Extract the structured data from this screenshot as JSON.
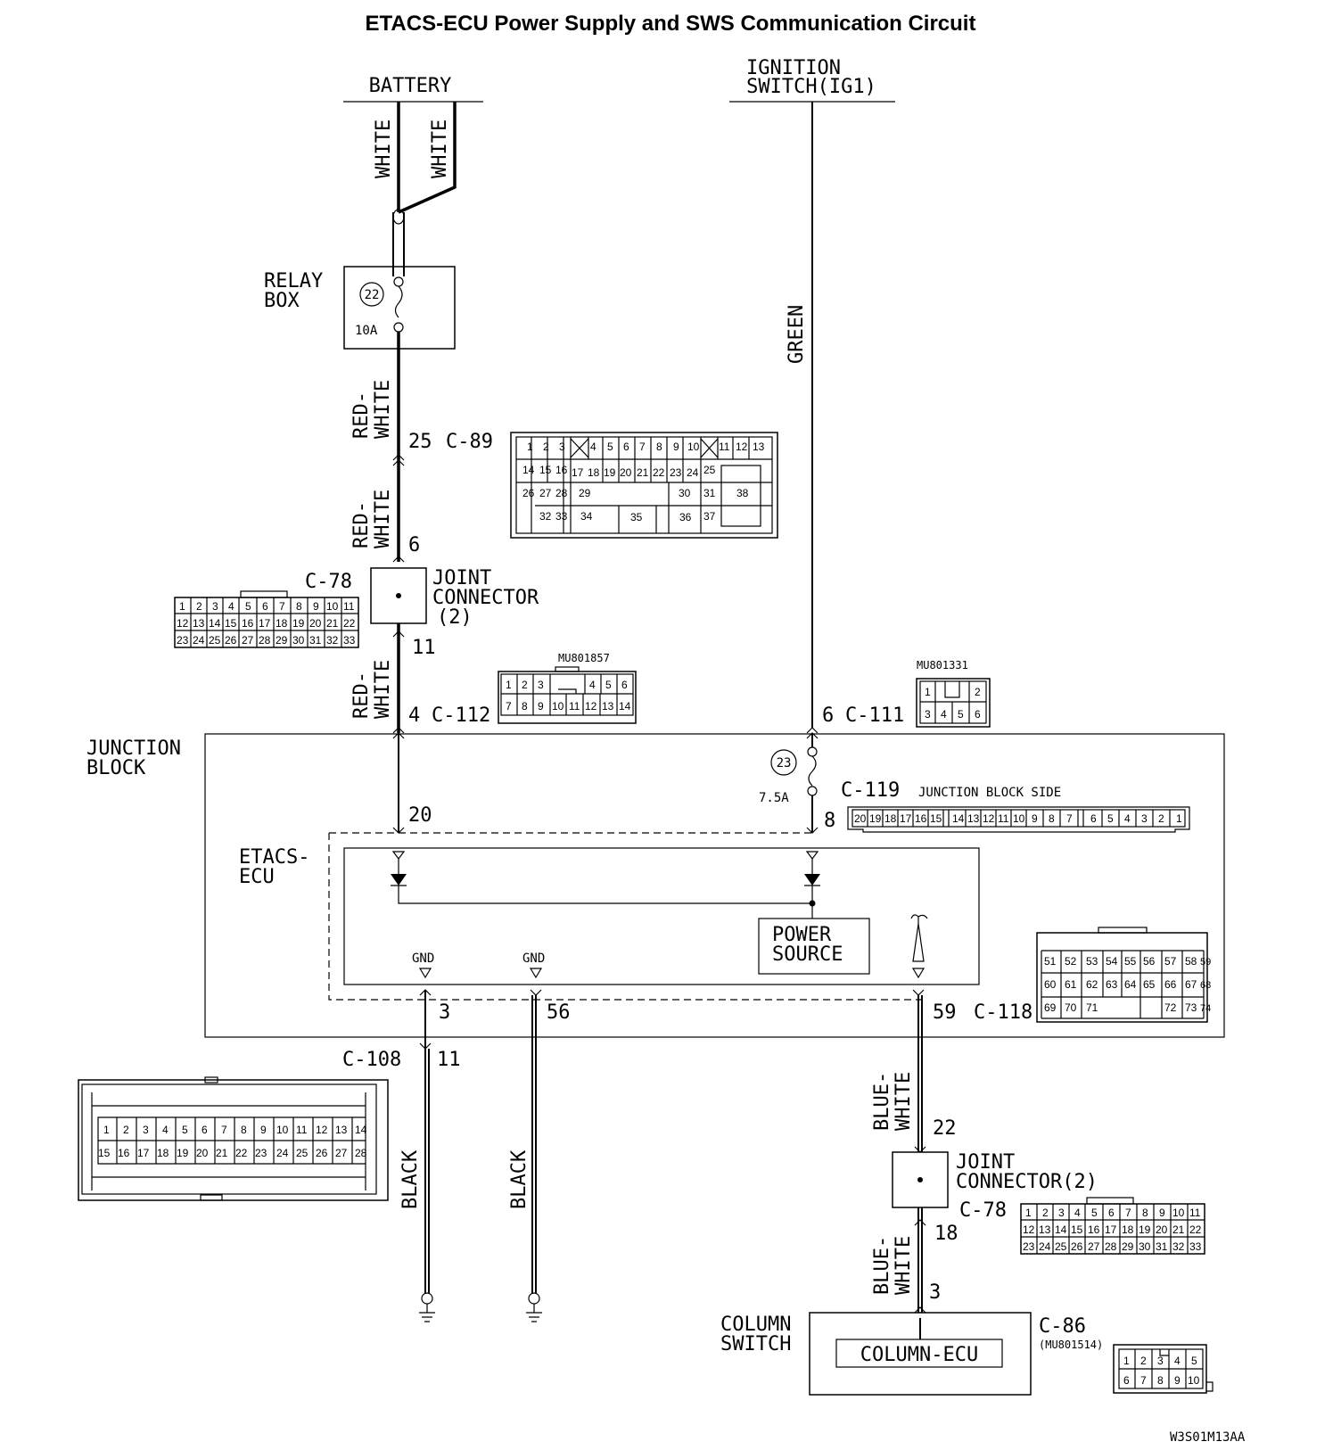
{
  "title": "ETACS-ECU Power Supply and SWS Communication Circuit",
  "sources": {
    "battery": "BATTERY",
    "ignition_line1": "IGNITION",
    "ignition_line2": "SWITCH(IG1)"
  },
  "wires": {
    "white": "WHITE",
    "red": "RED-",
    "white2": "WHITE",
    "green": "GREEN",
    "black": "BLACK",
    "blue": "BLUE-"
  },
  "relay_box": {
    "line1": "RELAY",
    "line2": "BOX",
    "fuse_no": "22",
    "fuse_rating": "10A"
  },
  "junction_block": {
    "line1": "JUNCTION",
    "line2": "BLOCK",
    "fuse_no": "23",
    "fuse_rating": "7.5A"
  },
  "etacs": {
    "line1": "ETACS-",
    "line2": "ECU",
    "gnd": "GND",
    "power1": "POWER",
    "power2": "SOURCE"
  },
  "joint_connector": {
    "line1": "JOINT",
    "line2": "CONNECTOR",
    "line3": "(2)",
    "line2b": "CONNECTOR(2)"
  },
  "column_switch": {
    "line1": "COLUMN",
    "line2": "SWITCH",
    "ecu": "COLUMN-ECU"
  },
  "connectors": {
    "c89": "C-89",
    "c78": "C-78",
    "c112": "C-112",
    "c111": "C-111",
    "c119": "C-119",
    "c119_side": "JUNCTION BLOCK SIDE",
    "c118": "C-118",
    "c108": "C-108",
    "c86": "C-86",
    "mu1": "MU801857",
    "mu2": "MU801331",
    "mu3": "(MU801514)"
  },
  "pins": {
    "p25": "25",
    "p6": "6",
    "p11": "11",
    "p4": "4",
    "p6b": "6",
    "p20": "20",
    "p8": "8",
    "p3": "3",
    "p56": "56",
    "p59": "59",
    "p11b": "11",
    "p22": "22",
    "p18": "18",
    "p3b": "3"
  },
  "footer": "W3S01M13AA"
}
